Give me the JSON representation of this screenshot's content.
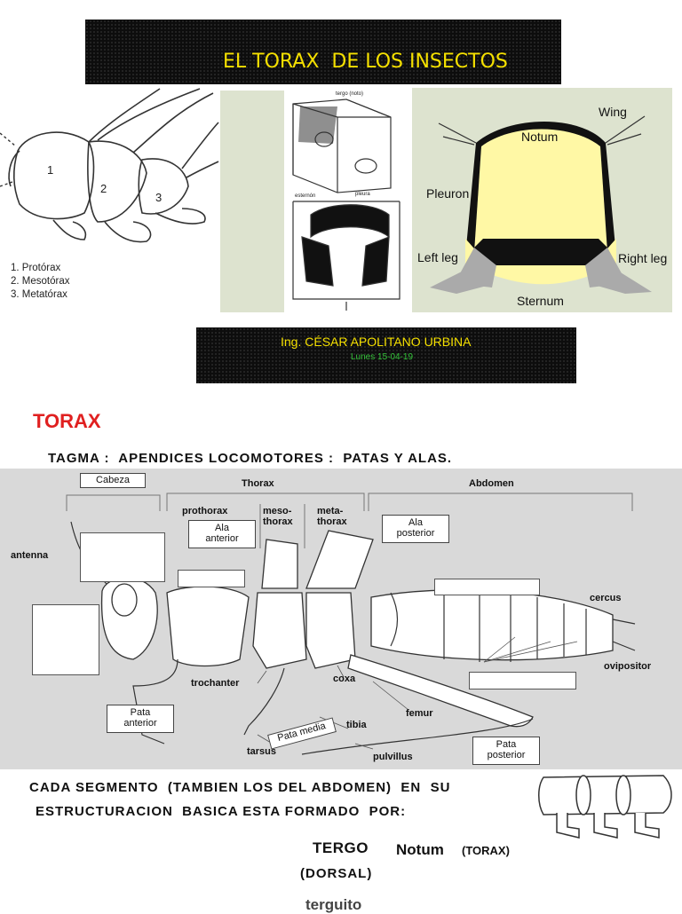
{
  "slide1": {
    "title": "EL TORAX  DE LOS INSECTOS",
    "author": "Ing. CÉSAR APOLITANO URBINA",
    "date": "Lunes 15-04-19",
    "legend": [
      "1. Protórax",
      "2. Mesotórax",
      "3. Metatórax"
    ],
    "segment_numbers": [
      "1",
      "2",
      "3"
    ],
    "box_labels": {
      "tergo": "tergo (noto)",
      "esternon": "esternón",
      "pleura": "pleura"
    },
    "cross_section": {
      "wing": "Wing",
      "notum": "Notum",
      "pleuron": "Pleuron",
      "left_leg": "Left leg",
      "right_leg": "Right leg",
      "sternum": "Sternum"
    }
  },
  "slide2": {
    "heading": "TORAX",
    "subheading": "TAGMA :  APENDICES LOCOMOTORES :  PATAS Y ALAS.",
    "diagram": {
      "cabeza": "Cabeza",
      "thorax": "Thorax",
      "abdomen": "Abdomen",
      "prothorax": "prothorax",
      "mesothorax": "meso-\nthorax",
      "metathorax": "meta-\nthorax",
      "ala_anterior": "Ala\nanterior",
      "ala_posterior": "Ala\nposterior",
      "antenna": "antenna",
      "cercus": "cercus",
      "ovipositor": "ovipositor",
      "trochanter": "trochanter",
      "coxa": "coxa",
      "femur": "femur",
      "tibia": "tibia",
      "tarsus": "tarsus",
      "pulvillus": "pulvillus",
      "pata_anterior": "Pata\nanterior",
      "pata_media": "Pata media",
      "pata_posterior": "Pata\nposterior"
    },
    "body_line1": "CADA SEGMENTO  (TAMBIEN LOS DEL ABDOMEN)  EN  SU",
    "body_line2": "ESTRUCTURACION  BASICA ESTA FORMADO  POR:",
    "tergo": "TERGO",
    "notum": "Notum",
    "torax_paren": "(TORAX)",
    "dorsal": "(DORSAL)",
    "terguito": "terguito"
  }
}
